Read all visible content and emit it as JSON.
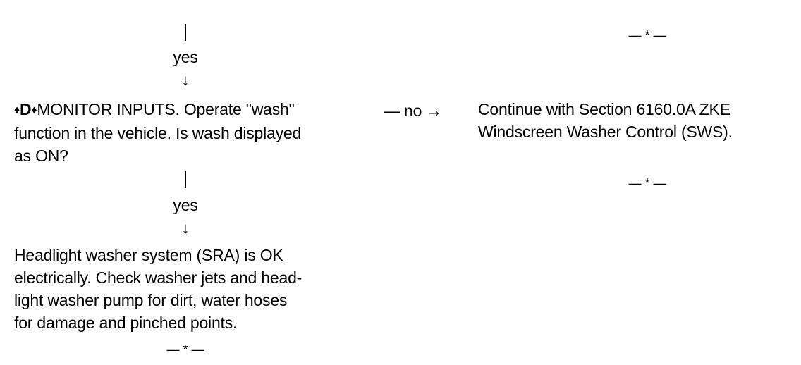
{
  "flow": {
    "top_yes": "yes",
    "step_d": {
      "marker_left": "♦",
      "marker_letter": "D",
      "marker_right": "♦",
      "lines": [
        "MONITOR INPUTS. Operate \"wash\"",
        "function in the vehicle. Is wash displayed",
        "as ON?"
      ]
    },
    "no_branch": {
      "label": "— no →",
      "lines": [
        "Continue with Section 6160.0A ZKE",
        "Windscreen Washer Control (SWS)."
      ]
    },
    "mid_yes": "yes",
    "result": {
      "lines": [
        "Headlight washer system (SRA) is OK",
        "electrically. Check washer jets and head-",
        "light washer pump for dirt, water hoses",
        "for damage and pinched points."
      ]
    },
    "arrow_down": "↓",
    "end_marker": "— * —"
  }
}
